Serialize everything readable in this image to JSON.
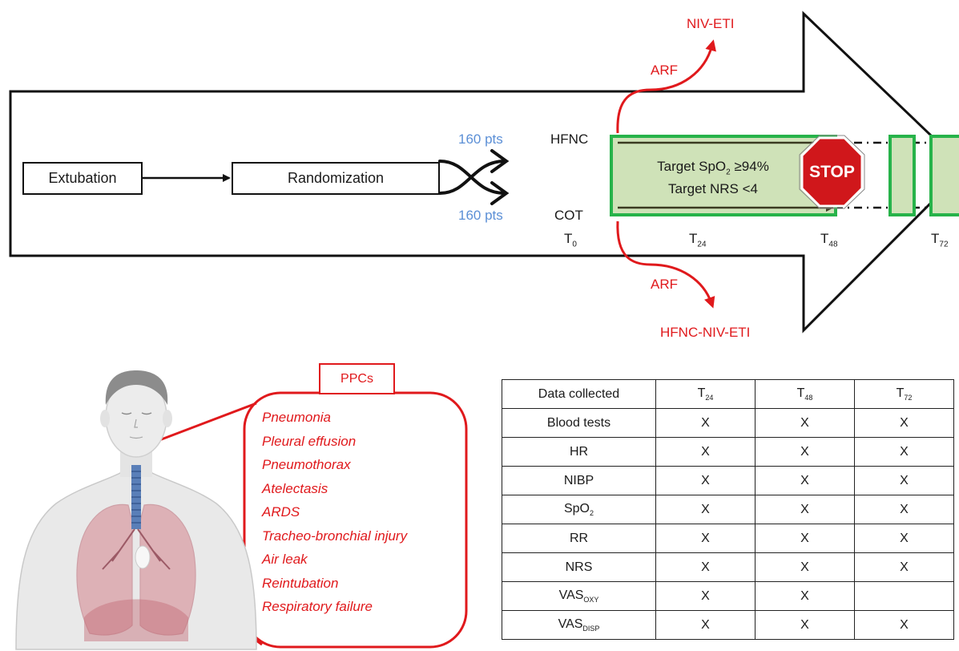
{
  "flow": {
    "extubation": "Extubation",
    "randomization": "Randomization",
    "pts_top": "160 pts",
    "pts_bottom": "160 pts",
    "hfnc": "HFNC",
    "cot": "COT"
  },
  "timepoints": {
    "t0": {
      "base": "T",
      "sub": "0"
    },
    "t24": {
      "base": "T",
      "sub": "24"
    },
    "t48": {
      "base": "T",
      "sub": "48"
    },
    "t72": {
      "base": "T",
      "sub": "72"
    }
  },
  "targets": {
    "line1_prefix": "Target SpO",
    "line1_sub": "2",
    "line1_suffix": " ≥94%",
    "line2": "Target NRS <4"
  },
  "stop": "STOP",
  "failure": {
    "top_arf": "ARF",
    "top_outcome": "NIV-ETI",
    "bottom_arf": "ARF",
    "bottom_outcome": "HFNC-NIV-ETI"
  },
  "ppcs": {
    "title": "PPCs",
    "items": [
      "Pneumonia",
      "Pleural effusion",
      "Pneumothorax",
      "Atelectasis",
      "ARDS",
      "Tracheo-bronchial injury",
      "Air leak",
      "Reintubation",
      "Respiratory failure"
    ]
  },
  "table": {
    "header": {
      "label": "Data collected",
      "cols": [
        {
          "base": "T",
          "sub": "24"
        },
        {
          "base": "T",
          "sub": "48"
        },
        {
          "base": "T",
          "sub": "72"
        }
      ]
    },
    "rows": [
      {
        "base": "Blood tests",
        "sub": "",
        "cells": [
          "X",
          "X",
          "X"
        ]
      },
      {
        "base": "HR",
        "sub": "",
        "cells": [
          "X",
          "X",
          "X"
        ]
      },
      {
        "base": "NIBP",
        "sub": "",
        "cells": [
          "X",
          "X",
          "X"
        ]
      },
      {
        "base": "SpO",
        "sub": "2",
        "cells": [
          "X",
          "X",
          "X"
        ]
      },
      {
        "base": "RR",
        "sub": "",
        "cells": [
          "X",
          "X",
          "X"
        ]
      },
      {
        "base": "NRS",
        "sub": "",
        "cells": [
          "X",
          "X",
          "X"
        ]
      },
      {
        "base": "VAS",
        "sub": "OXY",
        "cells": [
          "X",
          "X",
          ""
        ]
      },
      {
        "base": "VAS",
        "sub": "DISP",
        "cells": [
          "X",
          "X",
          "X"
        ]
      }
    ]
  },
  "colors": {
    "red": "#e0191c",
    "blue": "#5b8fd6",
    "green_fill": "#cfe2b8",
    "green_border": "#27b34a",
    "stop_red": "#d0171b"
  }
}
